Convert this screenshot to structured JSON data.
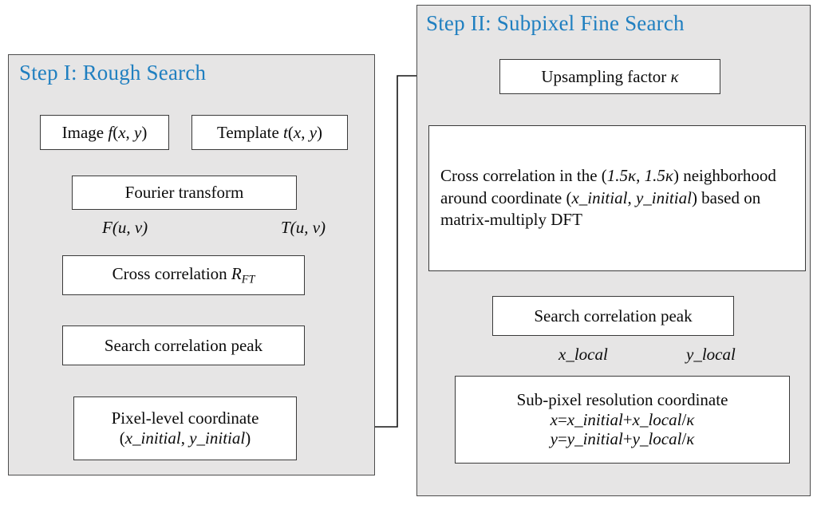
{
  "figure": {
    "type": "flowchart",
    "title_left": "Step I: Rough Search",
    "title_right": "Step II: Subpixel Fine Search",
    "accent_color": "#1f7fc0",
    "panel_fill": "#e6e5e5",
    "box_fill": "#ffffff",
    "box_stroke": "#3a3a3a"
  },
  "step1": {
    "title": "Step I: Rough Search",
    "nodes": {
      "image": "Image f(x, y)",
      "template": "Template t(x, y)",
      "fourier": "Fourier transform",
      "cross_correlation": "Cross correlation R_FT",
      "search_peak": "Search correlation peak",
      "pixel_coordinate_line1": "Pixel-level coordinate",
      "pixel_coordinate_line2": "(x_initial, y_initial)"
    },
    "edge_labels": {
      "f_transform": "F(u, v)",
      "t_transform": "T(u, v)"
    }
  },
  "step2": {
    "title": "Step II: Subpixel Fine Search",
    "nodes": {
      "upsampling": "Upsampling factor κ",
      "cross_correlation": "Cross correlation in the (1.5κ, 1.5κ) neighborhood around coordinate (x_initial, y_initial) based on matrix-multiply DFT",
      "search_peak": "Search correlation peak",
      "subpixel_line1": "Sub-pixel resolution coordinate",
      "subpixel_line2": "x=x_initial+x_local/κ",
      "subpixel_line3": "y=y_initial+y_local/κ"
    },
    "edge_labels": {
      "x_local": "x_local",
      "y_local": "y_local"
    }
  }
}
